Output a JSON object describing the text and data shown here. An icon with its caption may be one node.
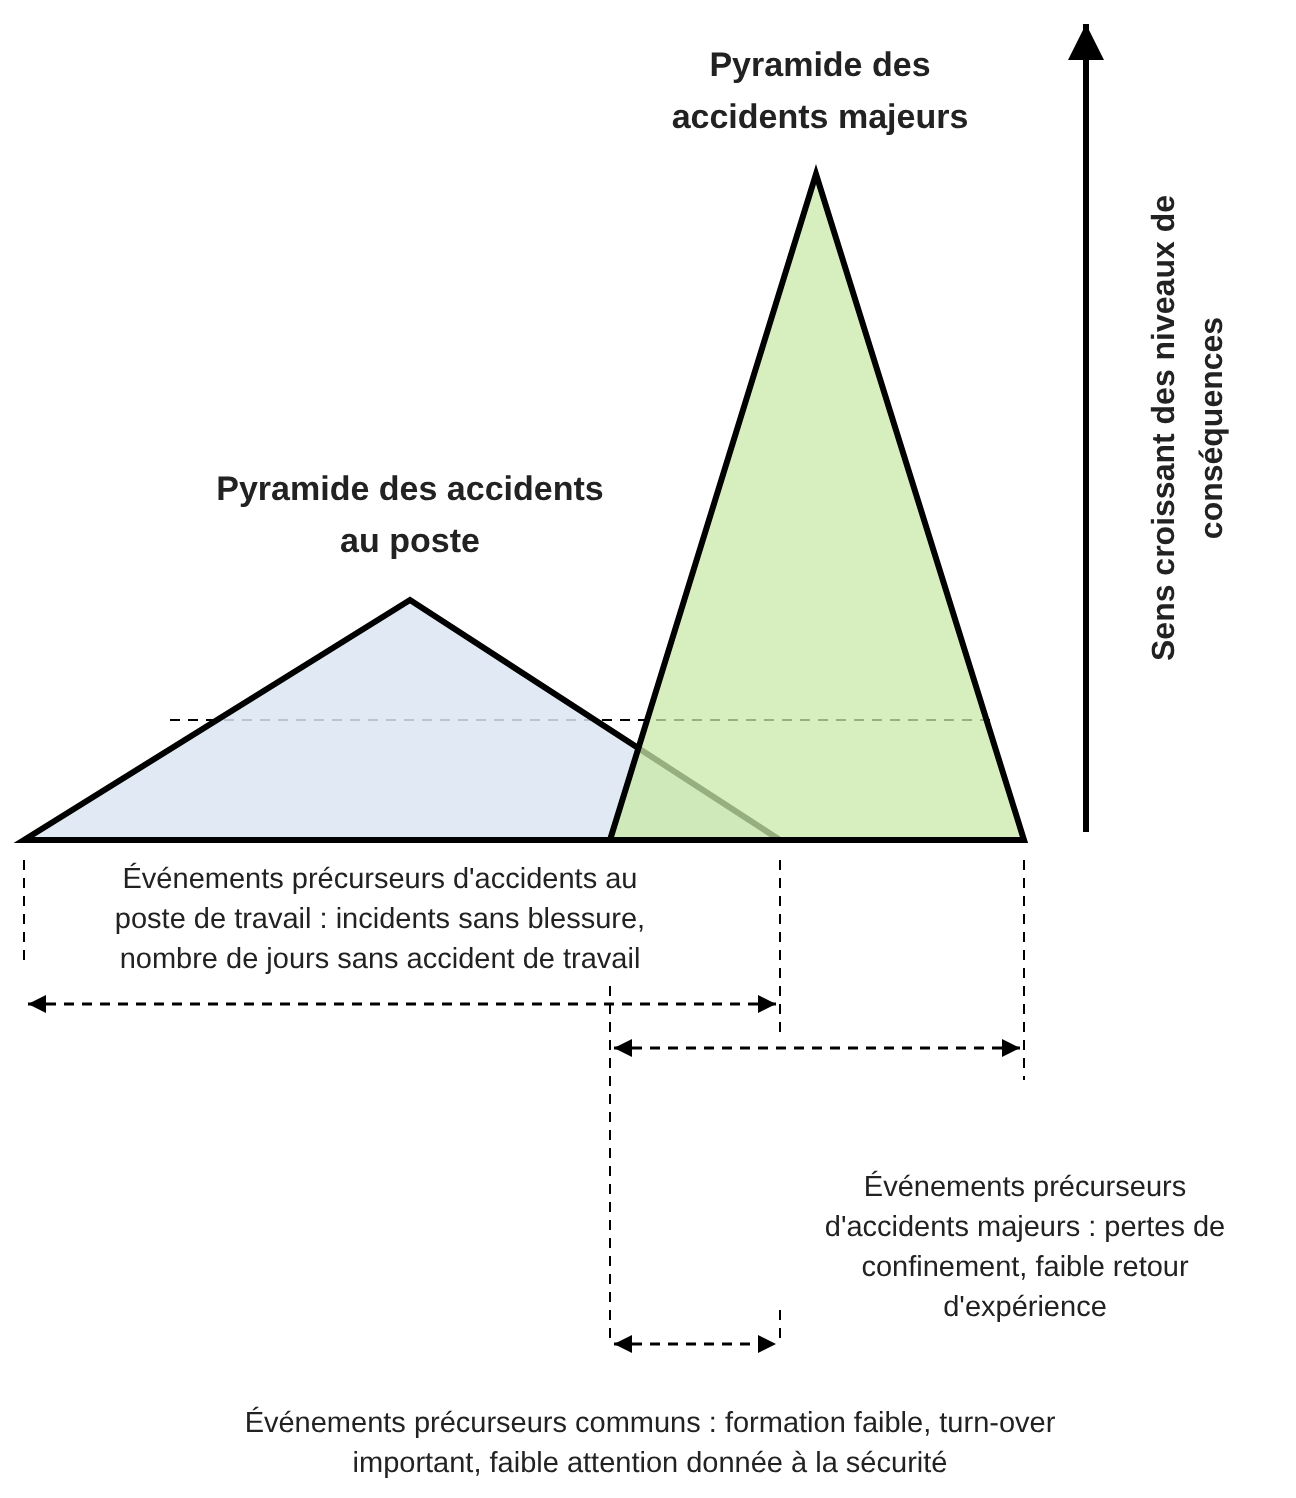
{
  "diagram": {
    "nodes": [
      {
        "text": [
          "Pyramide des accidents au poste"
        ]
      },
      {
        "text": [
          "Pyramide des accidents majeurs"
        ]
      }
    ],
    "labels": [
      "Sens croissant des niveaux de conséquences",
      "Événements précurseurs d'accidents au poste de travail : incidents sans blessure, nombre de jours sans accident de travail",
      "Événements précurseurs d'accidents majeurs : pertes de confinement, faible retour d'expérience",
      "Événements précurseurs communs : formation faible, turn-over important, faible attention donnée à la sécurité"
    ]
  }
}
